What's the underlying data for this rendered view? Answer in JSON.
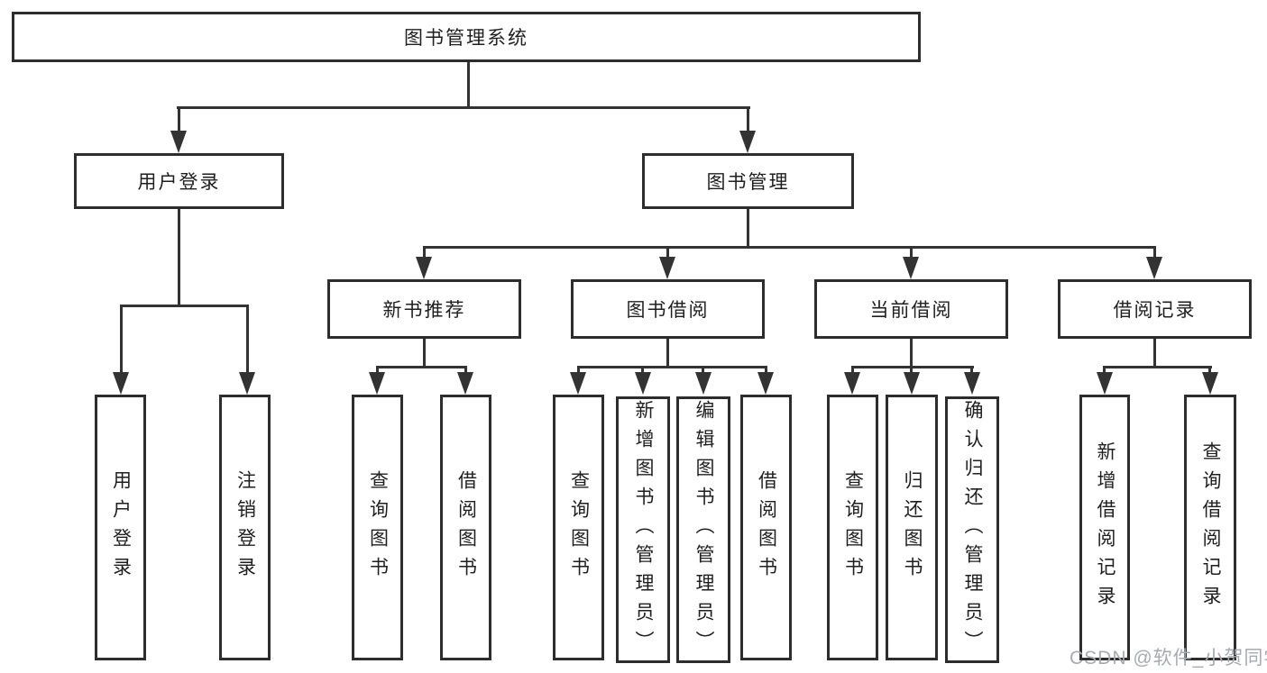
{
  "tree": {
    "root": {
      "label": "图书管理系统"
    },
    "branches": [
      {
        "label": "用户登录",
        "children": [
          {
            "label": "用户登录"
          },
          {
            "label": "注销登录"
          }
        ]
      },
      {
        "label": "图书管理",
        "children": [
          {
            "label": "新书推荐",
            "children": [
              {
                "label": "查询图书"
              },
              {
                "label": "借阅图书"
              }
            ]
          },
          {
            "label": "图书借阅",
            "children": [
              {
                "label": "查询图书"
              },
              {
                "label": "新增图书（管理员）"
              },
              {
                "label": "编辑图书（管理员）"
              },
              {
                "label": "借阅图书"
              }
            ]
          },
          {
            "label": "当前借阅",
            "children": [
              {
                "label": "查询图书"
              },
              {
                "label": "归还图书"
              },
              {
                "label": "确认归还（管理员）"
              }
            ]
          },
          {
            "label": "借阅记录",
            "children": [
              {
                "label": "新增借阅记录"
              },
              {
                "label": "查询借阅记录"
              }
            ]
          }
        ]
      }
    ]
  },
  "watermark": {
    "text": "CSDN @软件_小贺同学"
  },
  "colors": {
    "line": "#333333",
    "border": "#2d2d2d",
    "text": "#1f1f1f",
    "background": "#ffffff",
    "watermark": "#a6abb0"
  }
}
